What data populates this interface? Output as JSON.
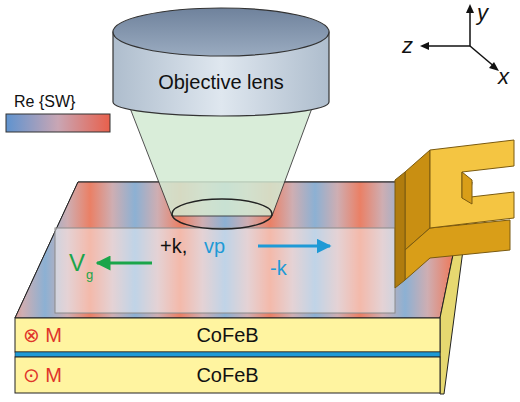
{
  "diagram": {
    "nodes": [
      {
        "text": [
          "Objective lens"
        ]
      },
      {
        "text": [
          "V",
          "g",
          "+k,",
          "vp",
          "-k"
        ]
      },
      {
        "text": [
          "⊗ M",
          "CoFeB"
        ]
      },
      {
        "text": [
          "⊙ M",
          "CoFeB"
        ]
      }
    ],
    "edges": [],
    "labels": [
      "Re {SW}",
      "y",
      "z",
      "x"
    ]
  }
}
